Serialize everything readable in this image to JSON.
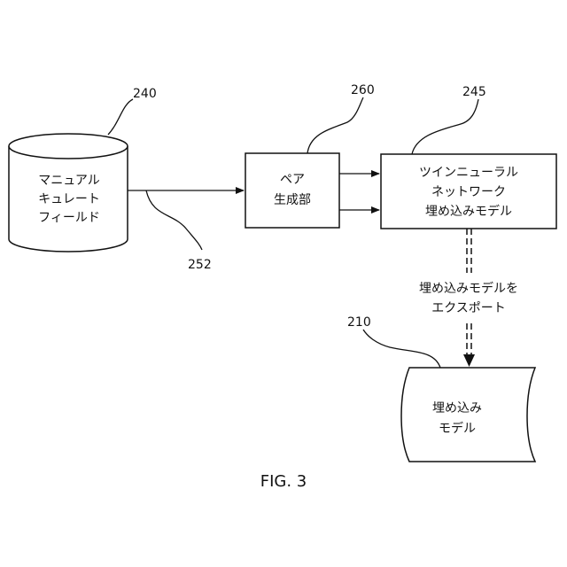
{
  "figure_label": "FIG. 3",
  "nodes": {
    "manual_field": {
      "ref": "240",
      "lines": [
        "マニュアル",
        "キュレート",
        "フィールド"
      ]
    },
    "pair_generator": {
      "ref": "260",
      "lines": [
        "ペア",
        "生成部"
      ]
    },
    "twin_nn": {
      "ref": "245",
      "lines": [
        "ツインニューラル",
        "ネットワーク",
        "埋め込みモデル"
      ]
    },
    "embedding_model": {
      "ref": "210",
      "lines": [
        "埋め込み",
        "モデル"
      ]
    }
  },
  "edges": {
    "field_to_pair": {
      "ref": "252"
    },
    "export": {
      "lines": [
        "埋め込みモデルを",
        "エクスポート"
      ]
    }
  }
}
